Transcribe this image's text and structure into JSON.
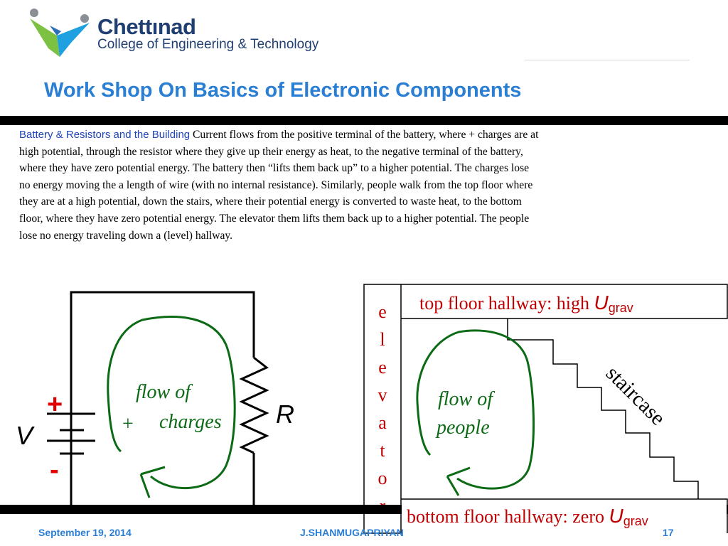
{
  "header": {
    "logo_name": "Chettınad",
    "logo_subtitle": "College of Engineering & Technology"
  },
  "slide": {
    "title": "Work Shop On Basics of Electronic Components",
    "body_lead": "Battery & Resistors and the Building",
    "body_text": " Current flows from the positive terminal of the battery, where + charges are at high potential, through the resistor where they give up their energy as heat, to the negative terminal of the battery, where they have zero potential energy. The battery then “lifts them back up” to a higher potential. The charges lose no energy moving the a length of wire (with no internal resistance). Similarly, people walk from the top floor where they are at a high potential, down the stairs, where their potential energy is converted to waste heat, to the bottom floor, where they have zero potential energy. The elevator them lifts them back up to a higher potential. The people lose no energy traveling down a (level) hallway."
  },
  "circuit": {
    "flow_label_1": "flow of",
    "flow_label_plus": "+",
    "flow_label_2": "charges",
    "plus_terminal": "+",
    "minus_terminal": "-",
    "voltage_symbol": "V",
    "resistor_symbol": "R"
  },
  "building": {
    "elevator_letters": [
      "e",
      "l",
      "e",
      "v",
      "a",
      "t",
      "o",
      "r"
    ],
    "top_hallway_text": "top floor hallway: high ",
    "bottom_hallway_text": "bottom floor hallway: zero ",
    "U_symbol": "U",
    "U_subscript": "grav",
    "staircase_label": "staircase",
    "flow_people_1": "flow of",
    "flow_people_2": "people"
  },
  "footer": {
    "date": "September 19, 2014",
    "author": "J.SHANMUGAPRIYAN",
    "page": "17"
  },
  "colors": {
    "title_blue": "#2a7fd4",
    "logo_navy": "#1f3f73",
    "label_red": "#c00000",
    "terminal_red": "#e00000",
    "flow_green": "#0b6b14"
  }
}
